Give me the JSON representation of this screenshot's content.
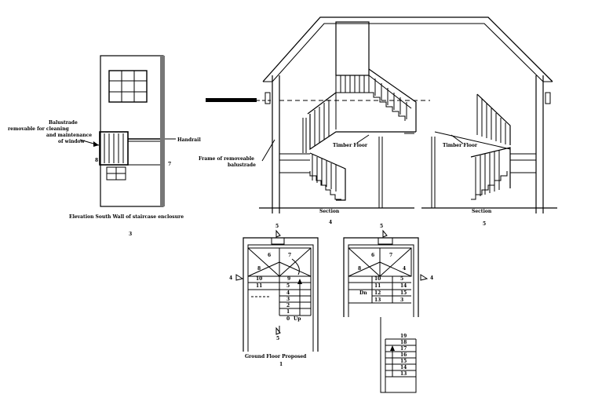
{
  "elevation": {
    "balustrade_note_1": "Balustrade",
    "balustrade_note_2": "removable for cleaning",
    "balustrade_note_3": "and maintenance",
    "balustrade_note_4": "of window",
    "handrail": "Handrail",
    "caption": "Elevation South Wall of staircase enclosure",
    "caption_number": "3",
    "mark_left": "8",
    "mark_right": "7"
  },
  "section_left": {
    "timber_floor": "Timber Floor",
    "frame_note_1": "Frame of removeable",
    "frame_note_2": "balustrade",
    "caption": "Section",
    "caption_number": "4"
  },
  "section_right": {
    "timber_floor": "Timber Floor",
    "caption": "Section",
    "caption_number": "5"
  },
  "plan_ground": {
    "caption": "Ground Floor Proposed",
    "caption_number": "1",
    "marker_top": "5",
    "marker_bottom": "5",
    "marker_side": "4",
    "up": "Up",
    "steps": [
      "7",
      "6",
      "8",
      "9",
      "10",
      "11",
      "5",
      "4",
      "3",
      "2",
      "1",
      "0"
    ]
  },
  "plan_first": {
    "marker_top": "5",
    "marker_side": "4",
    "steps": [
      "7",
      "6",
      "8",
      "4",
      "5",
      "10",
      "11",
      "12",
      "13",
      "14",
      "15",
      "3",
      "Dn"
    ],
    "lower_steps": [
      "19",
      "18",
      "17",
      "16",
      "15",
      "14",
      "13"
    ]
  }
}
